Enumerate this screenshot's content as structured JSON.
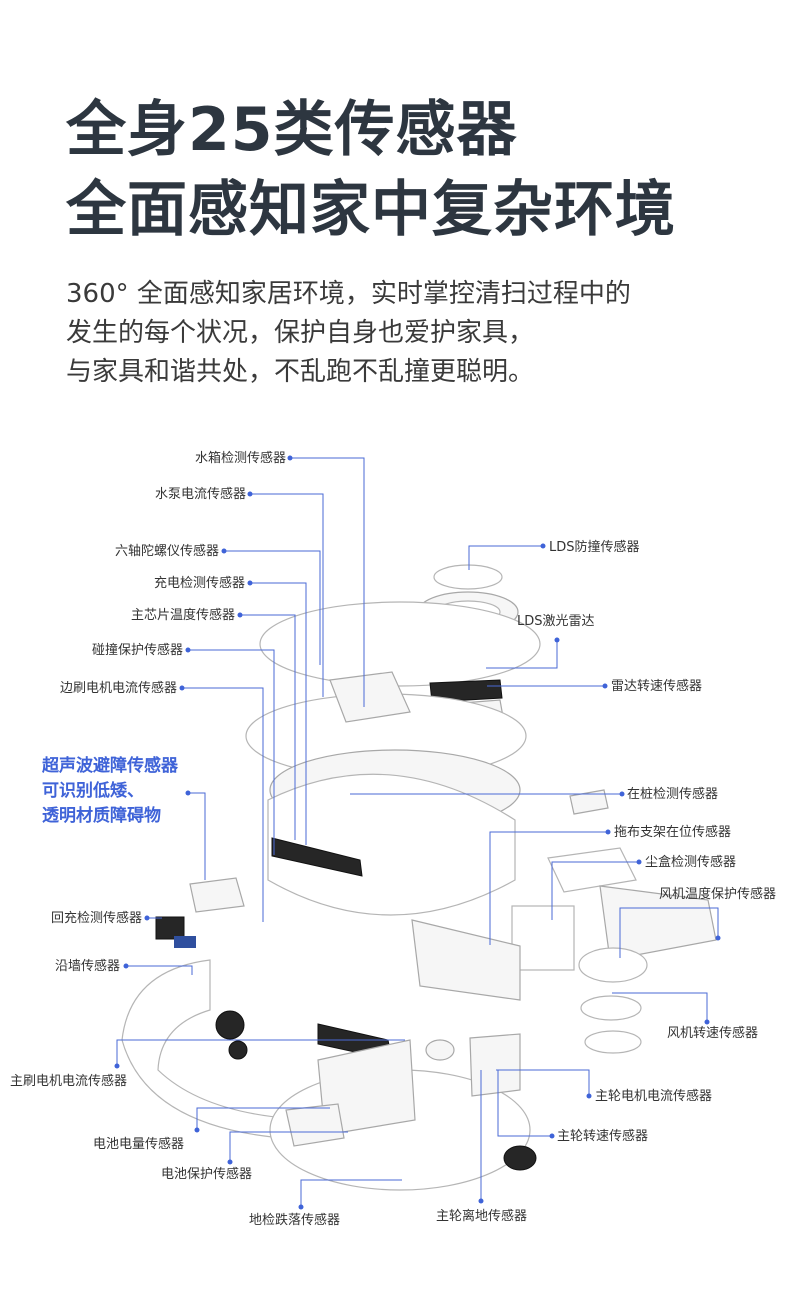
{
  "header": {
    "title_line1": "全身25类传感器",
    "title_line2": "全面感知家中复杂环境"
  },
  "description": {
    "line1": "360° 全面感知家居环境，实时掌控清扫过程中的",
    "line2": "发生的每个状况，保护自身也爱护家具，",
    "line3": "与家具和谐共处，不乱跑不乱撞更聪明。"
  },
  "colors": {
    "title": "#2d3640",
    "accent": "#3f63d8",
    "text": "#333333"
  },
  "diagram": {
    "labels": {
      "water_tank": "水箱检测传感器",
      "water_pump": "水泵电流传感器",
      "gyro": "六轴陀螺仪传感器",
      "charge_detect": "充电检测传感器",
      "chip_temp": "主芯片温度传感器",
      "collision": "碰撞保护传感器",
      "side_brush": "边刷电机电流传感器",
      "return_charge": "回充检测传感器",
      "wall": "沿墙传感器",
      "main_brush": "主刷电机电流传感器",
      "battery_level": "电池电量传感器",
      "battery_protect": "电池保护传感器",
      "cliff": "地检跌落传感器",
      "wheel_drop": "主轮离地传感器",
      "wheel_speed": "主轮转速传感器",
      "wheel_current": "主轮电机电流传感器",
      "fan_speed": "风机转速传感器",
      "fan_temp": "风机温度保护传感器",
      "dustbin": "尘盒检测传感器",
      "mop_bracket": "拖布支架在位传感器",
      "dock": "在桩检测传感器",
      "radar_speed": "雷达转速传感器",
      "lds_laser": "LDS激光雷达",
      "lds_bump": "LDS防撞传感器"
    },
    "highlight": {
      "line1": "超声波避障传感器",
      "line2": "可识别低矮、",
      "line3": "透明材质障碍物"
    }
  }
}
